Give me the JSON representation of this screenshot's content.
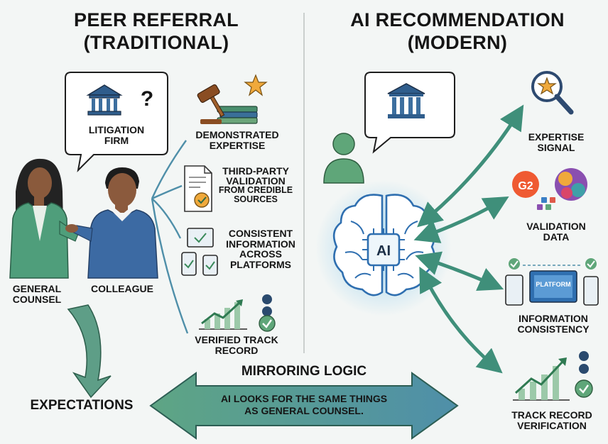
{
  "left_heading": {
    "line1": "PEER REFERRAL",
    "line2": "(TRADITIONAL)"
  },
  "right_heading": {
    "line1": "AI RECOMMENDATION",
    "line2": "(MODERN)"
  },
  "left": {
    "speech_bubble": {
      "line1": "LITIGATION",
      "line2": "FIRM",
      "question_mark": "?"
    },
    "people": {
      "general_counsel": {
        "line1": "GENERAL",
        "line2": "COUNSEL"
      },
      "colleague": "COLLEAGUE"
    },
    "criteria": [
      {
        "line1": "DEMONSTRATED",
        "line2": "EXPERTISE",
        "icon": "gavel-books-star-icon"
      },
      {
        "line1": "THIRD-PARTY",
        "line2": "VALIDATION",
        "line3": "FROM CREDIBLE",
        "line4": "SOURCES",
        "icon": "certificate-icon"
      },
      {
        "line1": "CONSISTENT",
        "line2": "INFORMATION",
        "line3": "ACROSS",
        "line4": "PLATFORMS",
        "icon": "devices-check-icon"
      },
      {
        "line1": "VERIFIED TRACK",
        "line2": "RECORD",
        "icon": "growth-chart-icon"
      }
    ],
    "expectations": "EXPECTATIONS"
  },
  "right": {
    "ai_label": "AI",
    "signals": [
      {
        "line1": "EXPERTISE",
        "line2": "SIGNAL",
        "icon": "magnifier-star-icon"
      },
      {
        "line1": "VALIDATION",
        "line2": "DATA",
        "icon": "review-logos-icon",
        "badge": "G2"
      },
      {
        "line1": "INFORMATION",
        "line2": "CONSISTENCY",
        "icon": "platform-sync-icon",
        "screen": "PLATFORM"
      },
      {
        "line1": "TRACK RECORD",
        "line2": "VERIFICATION",
        "icon": "growth-chart-icon"
      }
    ]
  },
  "mirroring": {
    "title": "MIRRORING LOGIC",
    "line1": "AI LOOKS FOR THE SAME THINGS",
    "line2": "AS GENERAL COUNSEL."
  },
  "colors": {
    "teal": "#3f8f7a",
    "green": "#5fa679",
    "blue": "#2f6fb0",
    "navy": "#2e4a70",
    "glow": "#7ec5e8"
  }
}
